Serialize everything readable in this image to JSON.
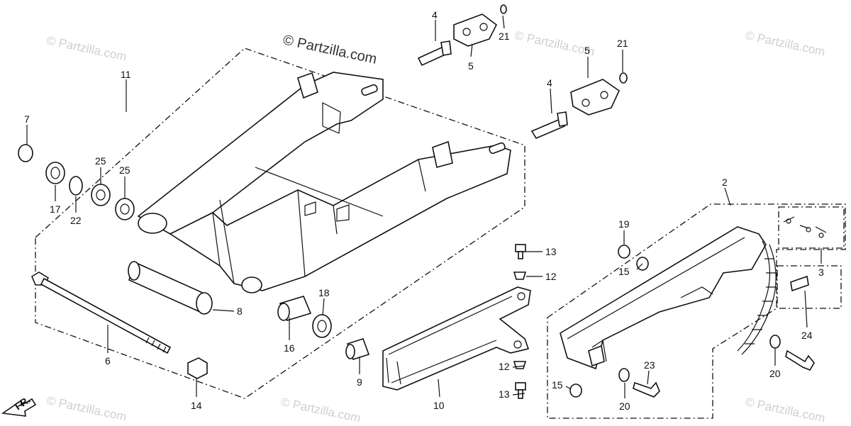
{
  "watermarks": {
    "main": "© Partzilla.com",
    "repeat": "© Partzilla.com"
  },
  "front_arrow": {
    "label": "FR."
  },
  "callouts": {
    "c1": "4",
    "c2": "21",
    "c3": "5",
    "c4": "5",
    "c5": "21",
    "c6": "4",
    "c7": "11",
    "c8": "7",
    "c9": "25",
    "c10": "25",
    "c11": "17",
    "c12": "22",
    "c13": "8",
    "c14": "18",
    "c15": "16",
    "c16": "6",
    "c17": "14",
    "c18": "13",
    "c19": "12",
    "c20": "9",
    "c21": "10",
    "c22": "12",
    "c23": "13",
    "c24": "19",
    "c25": "15",
    "c26": "2",
    "c27": "3",
    "c28": "24",
    "c29": "15",
    "c30": "23",
    "c31": "20",
    "c32": "20"
  },
  "colors": {
    "line": "#111111",
    "watermark": "#cfcfcf",
    "background": "#ffffff"
  }
}
